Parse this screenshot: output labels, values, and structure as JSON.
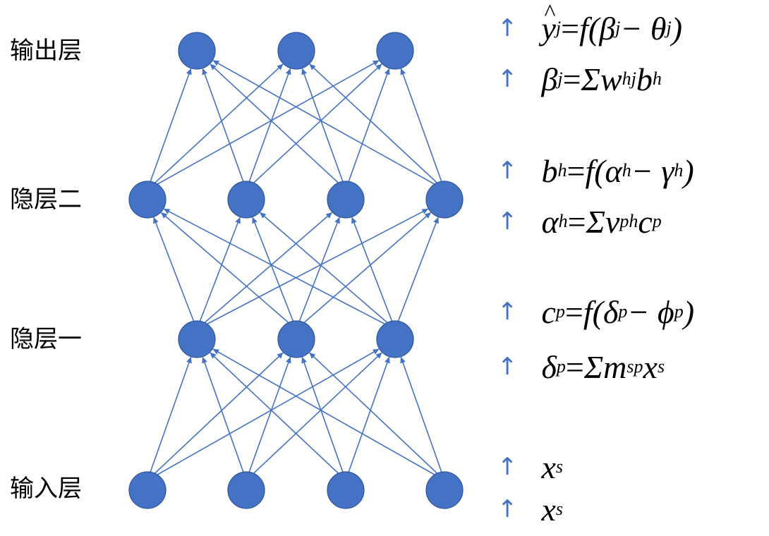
{
  "colors": {
    "node": "#4472c4",
    "edge": "#4472c4",
    "arrow": "#4472c4",
    "text": "#000000"
  },
  "layers": [
    {
      "id": "output",
      "label": "输出层",
      "nodes": 3
    },
    {
      "id": "hidden2",
      "label": "隐层二",
      "nodes": 4
    },
    {
      "id": "hidden1",
      "label": "隐层一",
      "nodes": 3
    },
    {
      "id": "input",
      "label": "输入层",
      "nodes": 4
    }
  ],
  "formulas": {
    "y_hat_var": "y",
    "y_hat_sub": "j",
    "f1": "f(β",
    "f1_sub": "j",
    "f1_minus": " − θ",
    "f1_sub2": "j",
    "f1_close": ")",
    "beta_var": "β",
    "beta_sub": "j",
    "beta_sum": "Σw",
    "beta_sum_sub": "hj",
    "beta_b": "b",
    "beta_b_sub": "h",
    "b_var": "b",
    "b_sub": "h",
    "f2": "f(α",
    "f2_sub": "h",
    "f2_minus": " − γ",
    "f2_sub2": "h",
    "f2_close": ")",
    "alpha_var": "α",
    "alpha_sub": "h",
    "alpha_sum": "Σv",
    "alpha_sum_sub": "ph",
    "alpha_c": "c",
    "alpha_c_sub": "p",
    "c_var": "c",
    "c_sub": "p",
    "f3": "f(δ",
    "f3_sub": "p",
    "f3_minus": " − ϕ",
    "f3_sub2": "p",
    "f3_close": ")",
    "delta_var": "δ",
    "delta_sub": "p",
    "delta_sum": "Σm",
    "delta_sum_sub": "sp",
    "delta_x": "x",
    "delta_x_sub": "s",
    "x1_var": "x",
    "x1_sub": "s",
    "x2_var": "x",
    "x2_sub": "s",
    "arrow": "↑",
    "equals": " = "
  }
}
